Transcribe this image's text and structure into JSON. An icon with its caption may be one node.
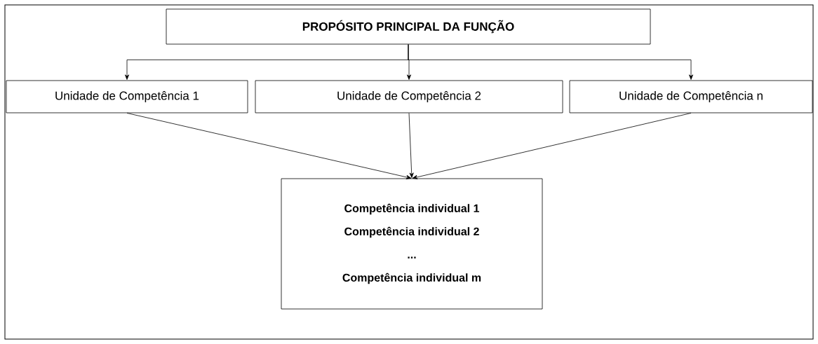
{
  "diagram": {
    "nodes": [
      {
        "text": [
          "PROPÓSITO PRINCIPAL DA FUNÇÃO"
        ]
      },
      {
        "text": [
          "Unidade de Competência 1"
        ]
      },
      {
        "text": [
          "Unidade de Competência 2"
        ]
      },
      {
        "text": [
          "Unidade de Competência n"
        ]
      },
      {
        "text": [
          "Competência individual 1",
          "Competência individual 2",
          "...",
          "Competência individual m"
        ]
      }
    ],
    "edges": [
      {
        "from": 0,
        "to": 1,
        "arrow": "to"
      },
      {
        "from": 0,
        "to": 2,
        "arrow": "to"
      },
      {
        "from": 0,
        "to": 3,
        "arrow": "to"
      },
      {
        "from": 1,
        "to": 4,
        "arrow": "to"
      },
      {
        "from": 2,
        "to": 4,
        "arrow": "to"
      },
      {
        "from": 3,
        "to": 4,
        "arrow": "to"
      }
    ]
  }
}
